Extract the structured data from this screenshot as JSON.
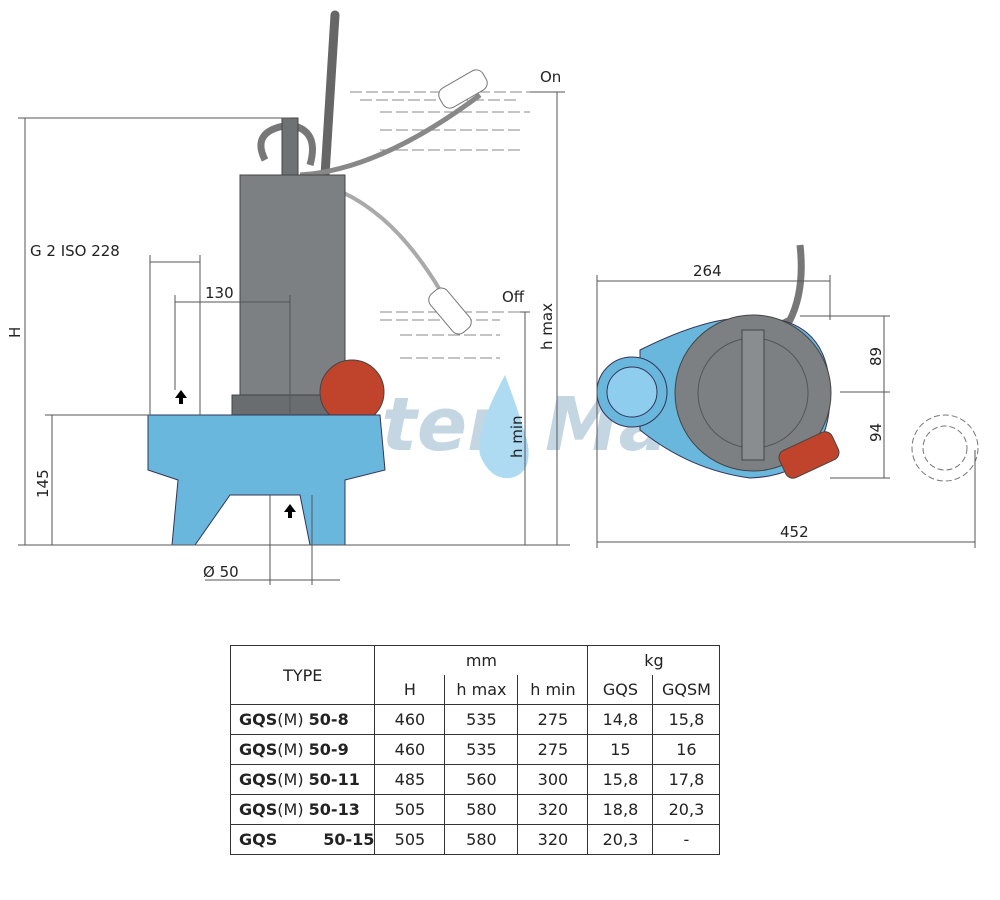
{
  "drawing": {
    "side_view": {
      "label_on": "On",
      "label_off": "Off",
      "dim_H": "H",
      "dim_h_max": "h max",
      "dim_h_min": "h min",
      "dim_145": "145",
      "dim_thread": "G 2 ISO 228",
      "dim_130": "130",
      "dim_outlet": "Ø 50"
    },
    "top_view": {
      "dim_264": "264",
      "dim_89": "89",
      "dim_94": "94",
      "dim_452": "452"
    },
    "watermark": "Water Mark",
    "colors": {
      "pump_body": "#6ab7de",
      "motor": "#7d8082",
      "float": "#c0432c"
    }
  },
  "table": {
    "header": {
      "type": "TYPE",
      "mm": "mm",
      "kg": "kg",
      "H": "H",
      "h_max": "h max",
      "h_min": "h min",
      "gqs": "GQS",
      "gqsm": "GQSM"
    },
    "rows": [
      {
        "model_a": "GQS",
        "model_m": "(M)",
        "model_b": "50-8",
        "H": "460",
        "h_max": "535",
        "h_min": "275",
        "gqs": "14,8",
        "gqsm": "15,8"
      },
      {
        "model_a": "GQS",
        "model_m": "(M)",
        "model_b": "50-9",
        "H": "460",
        "h_max": "535",
        "h_min": "275",
        "gqs": "15",
        "gqsm": "16"
      },
      {
        "model_a": "GQS",
        "model_m": "(M)",
        "model_b": "50-11",
        "H": "485",
        "h_max": "560",
        "h_min": "300",
        "gqs": "15,8",
        "gqsm": "17,8"
      },
      {
        "model_a": "GQS",
        "model_m": "(M)",
        "model_b": "50-13",
        "H": "505",
        "h_max": "580",
        "h_min": "320",
        "gqs": "18,8",
        "gqsm": "20,3"
      },
      {
        "model_a": "GQS",
        "model_m": "",
        "model_b": "50-15",
        "H": "505",
        "h_max": "580",
        "h_min": "320",
        "gqs": "20,3",
        "gqsm": "-"
      }
    ]
  }
}
